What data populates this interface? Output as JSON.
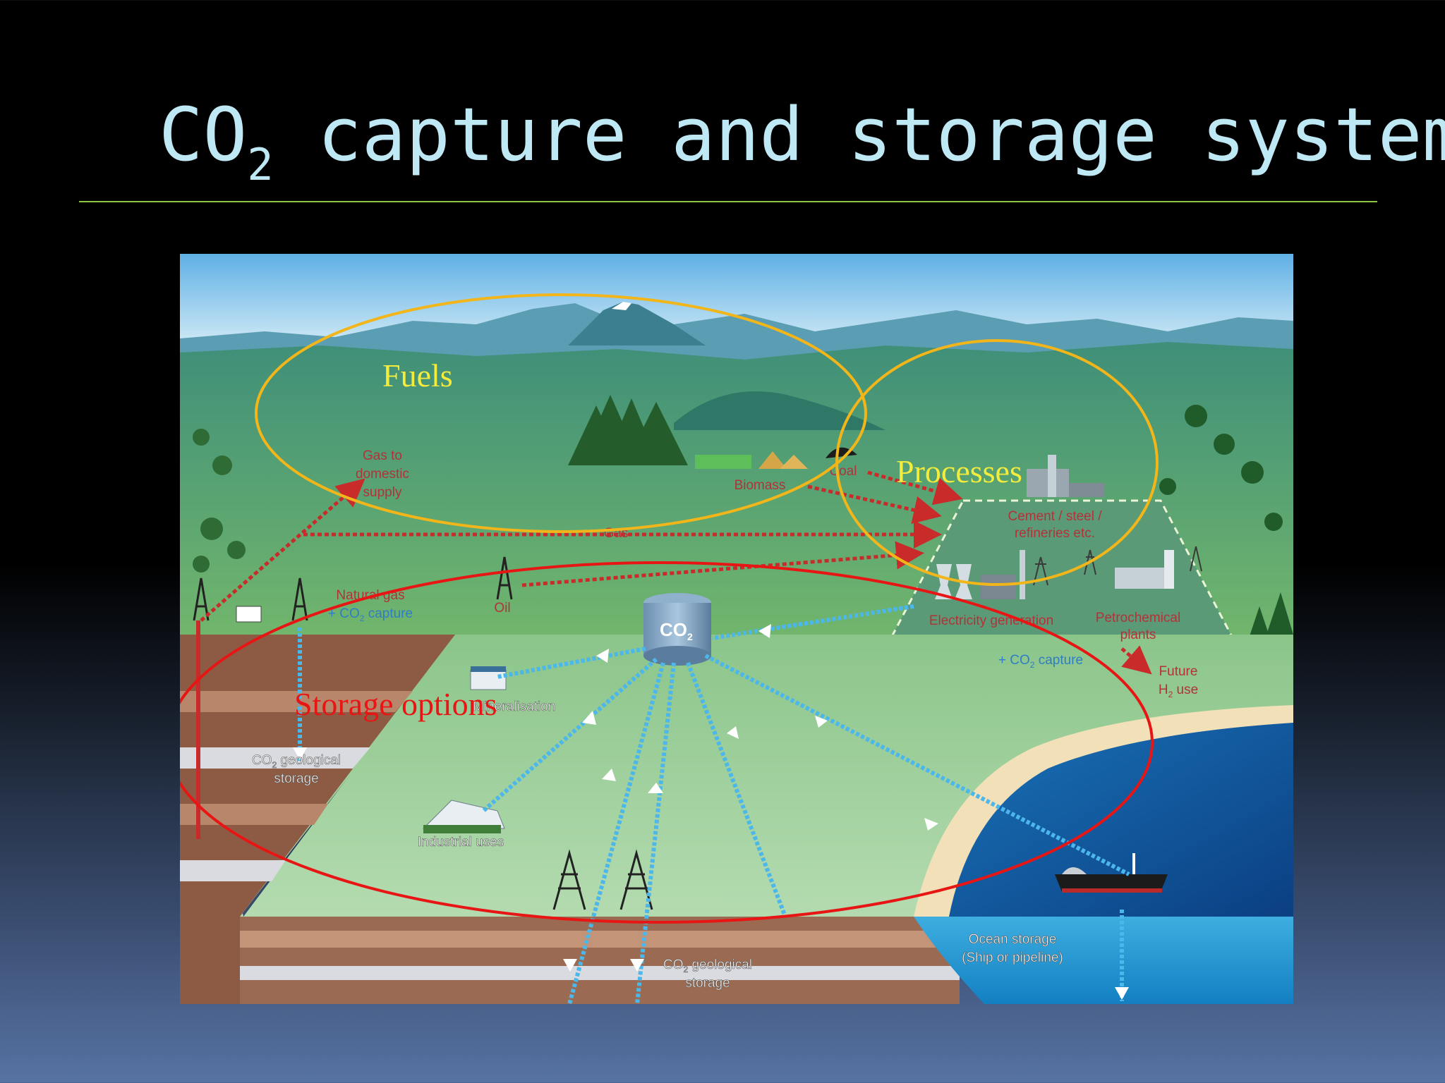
{
  "slide": {
    "title_main": "CO",
    "title_sub": "2",
    "title_rest": " capture and storage system"
  },
  "diagram": {
    "overlays": {
      "fuels": "Fuels",
      "processes": "Processes",
      "storage_options": "Storage options"
    },
    "labels": {
      "gas_to_domestic_1": "Gas to",
      "gas_to_domestic_2": "domestic",
      "gas_to_domestic_3": "supply",
      "biomass": "Biomass",
      "coal": "Coal",
      "gas": "Gas",
      "oil": "Oil",
      "natural_gas_1": "Natural gas",
      "natural_gas_2": "+ CO",
      "natural_gas_2_sub": "2",
      "natural_gas_2_rest": " capture",
      "cement_1": "Cement / steel /",
      "cement_2": "refineries etc.",
      "electricity": "Electricity generation",
      "petrochemical_1": "Petrochemical",
      "petrochemical_2": "plants",
      "capture_1": "+ CO",
      "capture_sub": "2",
      "capture_rest": " capture",
      "future_1": "Future",
      "future_2": "H",
      "future_2_sub": "2",
      "future_2_rest": " use",
      "co2_tank": "CO",
      "co2_tank_sub": "2",
      "mineral": "Mineralisation",
      "geo_left_1": "CO",
      "geo_left_1_sub": "2",
      "geo_left_1_rest": " geological",
      "geo_left_2": "storage",
      "industrial": "Industrial uses",
      "geo_bottom_1": "CO",
      "geo_bottom_1_sub": "2",
      "geo_bottom_1_rest": " geological",
      "geo_bottom_2": "storage",
      "ocean_1": "Ocean storage",
      "ocean_2": "(Ship or pipeline)"
    }
  }
}
